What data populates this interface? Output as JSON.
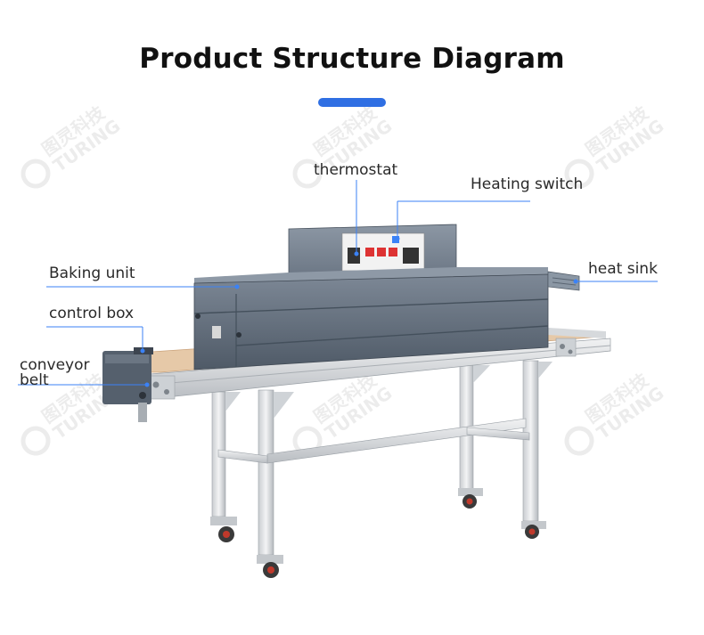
{
  "title": "Product Structure Diagram",
  "accent_color": "#2f6fe3",
  "callout_line_color": "#3b82f6",
  "labels": {
    "thermostat": "thermostat",
    "heating_switch": "Heating switch",
    "baking_unit": "Baking unit",
    "heat_sink": "heat sink",
    "control_box": "control box",
    "conveyor_belt_line1": "conveyor",
    "conveyor_belt_line2": "belt"
  },
  "watermark": {
    "cn": "图灵科技",
    "en": "TURING"
  }
}
